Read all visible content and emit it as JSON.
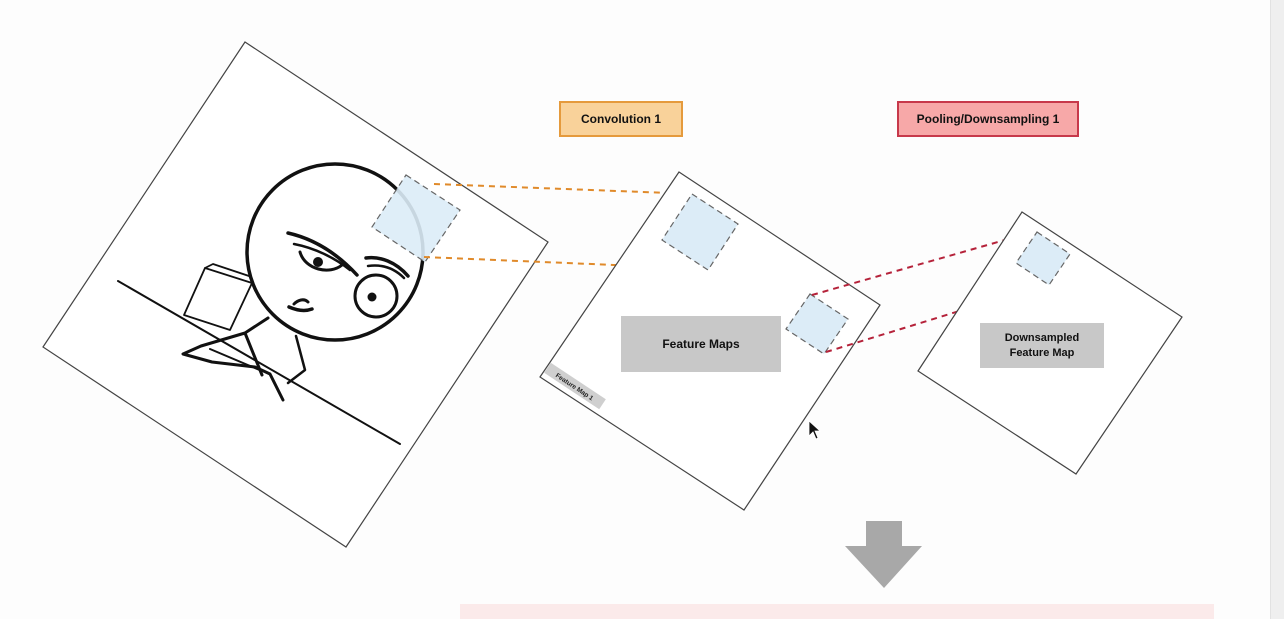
{
  "labels": {
    "convolution": "Convolution 1",
    "pooling": "Pooling/Downsampling 1",
    "feature_maps": "Feature Maps",
    "feature_map_tag": "Feature Map 1",
    "downsampled_line1": "Downsampled",
    "downsampled_line2": "Feature Map"
  },
  "colors": {
    "convolution_fill": "#f9d29a",
    "convolution_border": "#e59a3c",
    "pooling_fill": "#f7a8a8",
    "pooling_border": "#c7394b",
    "patch_fill": "#dcecf7",
    "conv_arrow": "#e08a2a",
    "pool_arrow": "#b5223a",
    "gray_box": "#c8c8c8",
    "down_arrow": "#a8a8a8"
  },
  "icons": {
    "cursor": "mouse-pointer-icon",
    "down_arrow": "down-arrow-icon"
  }
}
